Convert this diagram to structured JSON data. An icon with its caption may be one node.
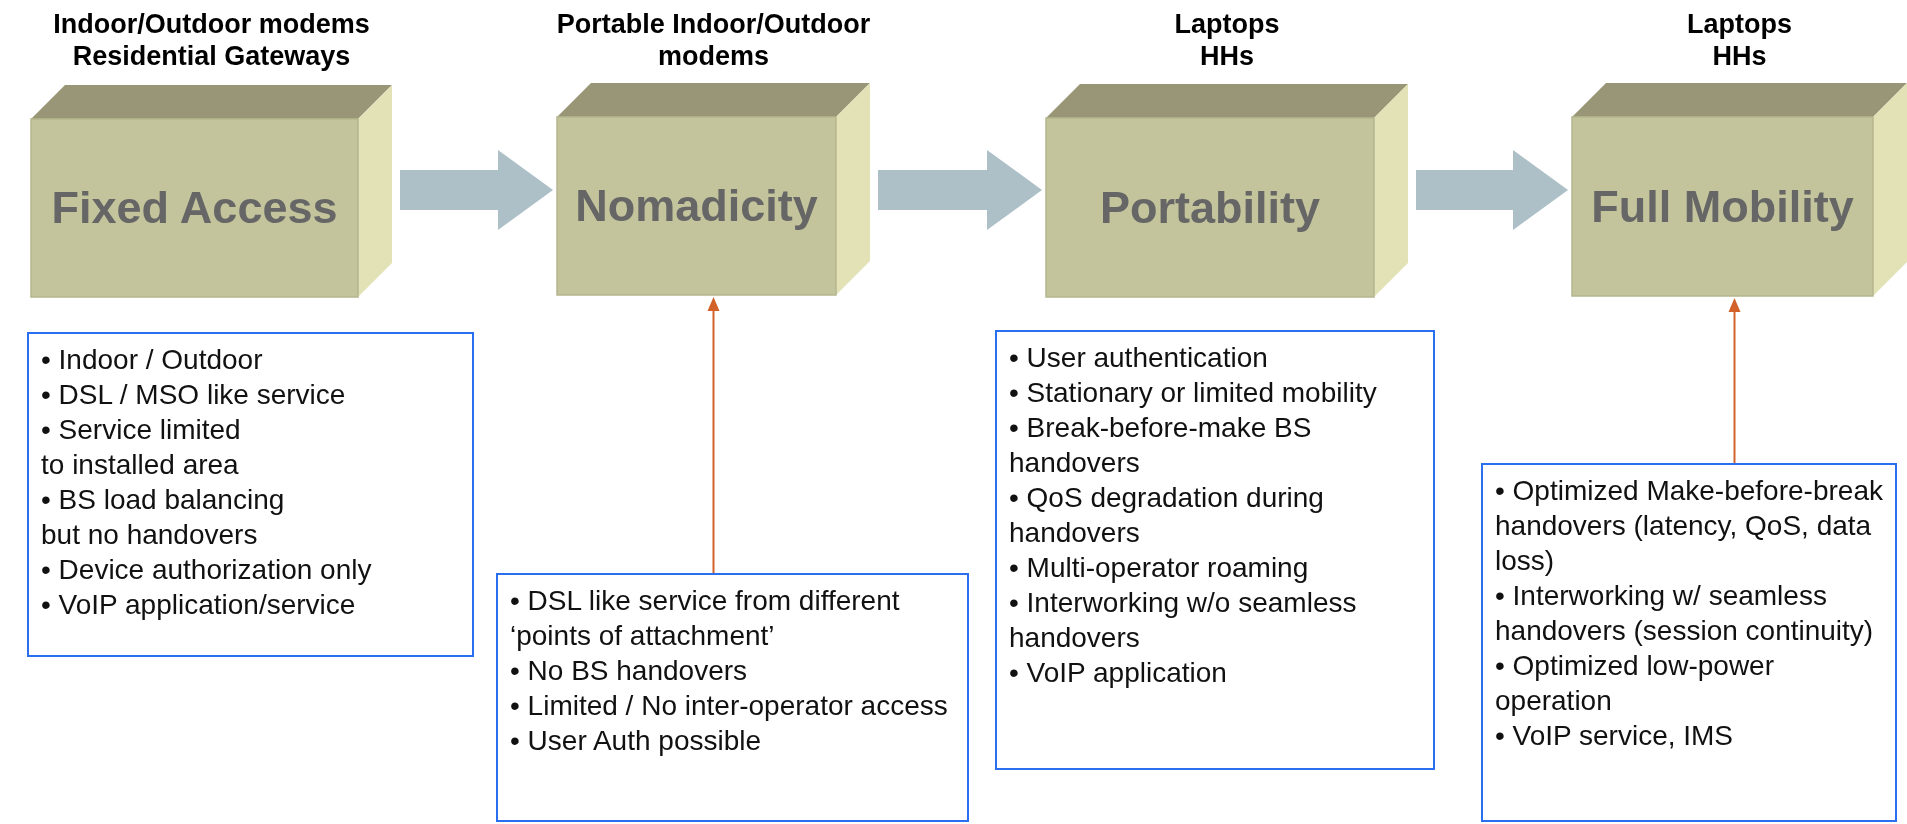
{
  "diagram": {
    "nodes": [
      {
        "text": [
          "Indoor/Outdoor modems Residential Gateways",
          "Fixed Access"
        ]
      },
      {
        "text": [
          "Portable Indoor/Outdoor modems",
          "Nomadicity"
        ]
      },
      {
        "text": [
          "Laptops HHs",
          "Portability"
        ]
      },
      {
        "text": [
          "Laptops HHs",
          "Full Mobility"
        ]
      },
      {
        "text": [
          "• Indoor / Outdoor",
          "• DSL / MSO like service",
          "• Service limited to installed area",
          "• BS load balancing but no handovers",
          "• Device authorization only",
          "• VoIP application/service"
        ]
      },
      {
        "text": [
          "• DSL like service from different ‘points of attachment’",
          "• No BS handovers",
          "• Limited / No inter-operator access",
          "• User Auth possible"
        ]
      },
      {
        "text": [
          "• User authentication",
          "• Stationary or limited mobility",
          "• Break-before-make BS handovers",
          "• QoS degradation during handovers",
          "• Multi-operator roaming",
          "• Interworking w/o seamless handovers",
          "• VoIP application"
        ]
      },
      {
        "text": [
          "• Optimized Make-before-break handovers (latency, QoS, data loss)",
          "• Interworking w/ seamless handovers (session continuity)",
          "• Optimized low-power operation",
          "• VoIP service, IMS"
        ]
      }
    ],
    "edges": [
      {
        "from": 0,
        "to": 1,
        "arrow": "to"
      },
      {
        "from": 1,
        "to": 2,
        "arrow": "to"
      },
      {
        "from": 2,
        "to": 3,
        "arrow": "to"
      },
      {
        "from": 5,
        "to": 1,
        "arrow": "to",
        "color": "#d2622a"
      },
      {
        "from": 7,
        "to": 3,
        "arrow": "to",
        "color": "#d2622a"
      }
    ]
  }
}
